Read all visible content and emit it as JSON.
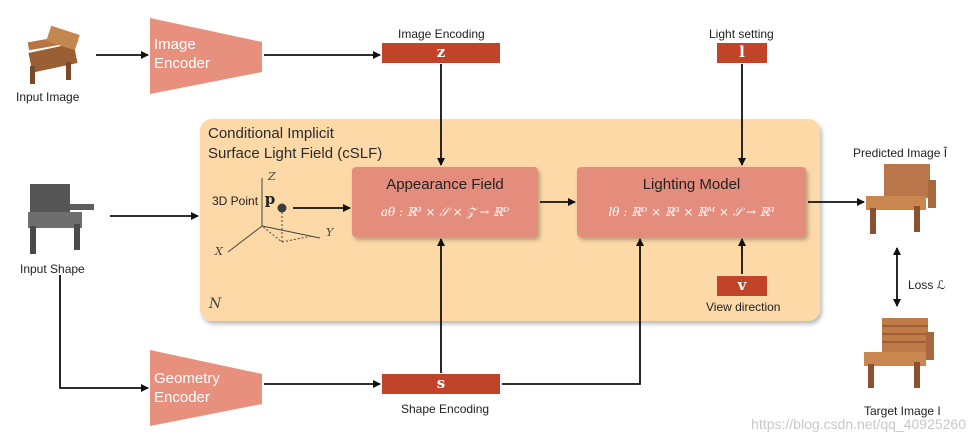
{
  "image_encoder": {
    "line1": "Image",
    "line2": "Encoder"
  },
  "geometry_encoder": {
    "line1": "Geometry",
    "line2": "Encoder"
  },
  "input_image_label": "Input Image",
  "input_shape_label": "Input Shape",
  "image_encoding": {
    "label": "Image Encoding",
    "symbol": "z"
  },
  "shape_encoding": {
    "label": "Shape Encoding",
    "symbol": "s"
  },
  "light_setting": {
    "label": "Light setting",
    "symbol": "l"
  },
  "view_direction": {
    "label": "View direction",
    "symbol": "v"
  },
  "cslf": {
    "line1": "Conditional Implicit",
    "line2": "Surface Light Field (cSLF)",
    "n_label": "N"
  },
  "point3d": {
    "label": "3D Point",
    "symbol": "p",
    "axis_x": "X",
    "axis_y": "Y",
    "axis_z": "Z"
  },
  "appearance_field": {
    "title": "Appearance Field",
    "formula": "aθ : ℝ³ × 𝒮 × 𝒵 → ℝᴰ"
  },
  "lighting_model": {
    "title": "Lighting Model",
    "formula": "lθ : ℝᴰ × ℝ³ × ℝᴹ × 𝒮 → ℝ³"
  },
  "predicted_image_label": "Predicted Image Î",
  "target_image_label": "Target Image I",
  "loss_label": "Loss ℒ",
  "watermark": "https://blog.csdn.net/qq_40925260",
  "colors": {
    "encoder": "#e8907e",
    "code_box": "#c0432a",
    "cslf_bg": "#fdd9a8",
    "module_bg": "#e58d7b",
    "arrow": "#111111",
    "chair_wood": "#c07a48",
    "chair_gray": "#6e6e6e"
  }
}
